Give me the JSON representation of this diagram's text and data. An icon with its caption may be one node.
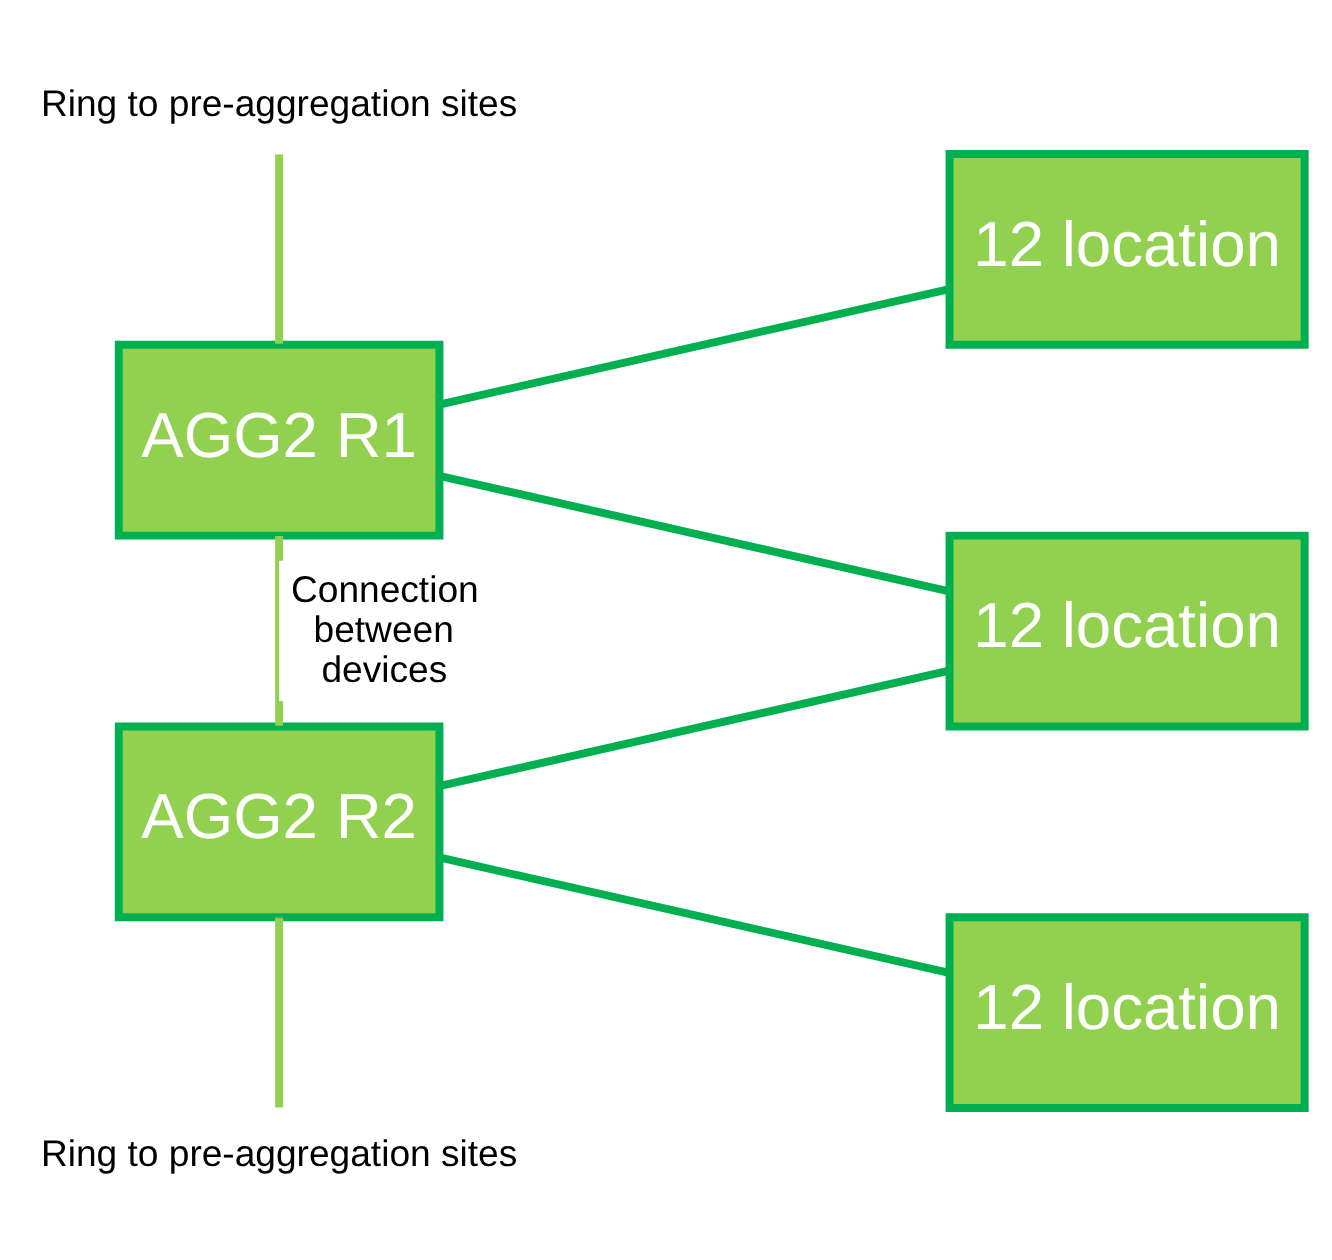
{
  "diagram": {
    "nodes": [
      {
        "text": [
          "Ring to pre-aggregation sites"
        ]
      },
      {
        "text": [
          "AGG2 R1"
        ]
      },
      {
        "text": [
          "12 location"
        ]
      },
      {
        "text": [
          "12 location"
        ]
      },
      {
        "text": [
          "AGG2 R2"
        ]
      },
      {
        "text": [
          "12 location"
        ]
      },
      {
        "text": [
          "Ring to pre-aggregation sites"
        ]
      }
    ],
    "edges": [
      {
        "from": 0,
        "to": 1,
        "arrow": "none",
        "color": "#92d050"
      },
      {
        "from": 1,
        "to": 2,
        "arrow": "none"
      },
      {
        "from": 1,
        "to": 3,
        "arrow": "none"
      },
      {
        "from": 1,
        "to": 4,
        "arrow": "none",
        "label": "Connection between devices",
        "color": "#92d050"
      },
      {
        "from": 4,
        "to": 3,
        "arrow": "none"
      },
      {
        "from": 4,
        "to": 5,
        "arrow": "none"
      },
      {
        "from": 4,
        "to": 6,
        "arrow": "none",
        "color": "#92d050"
      }
    ]
  }
}
